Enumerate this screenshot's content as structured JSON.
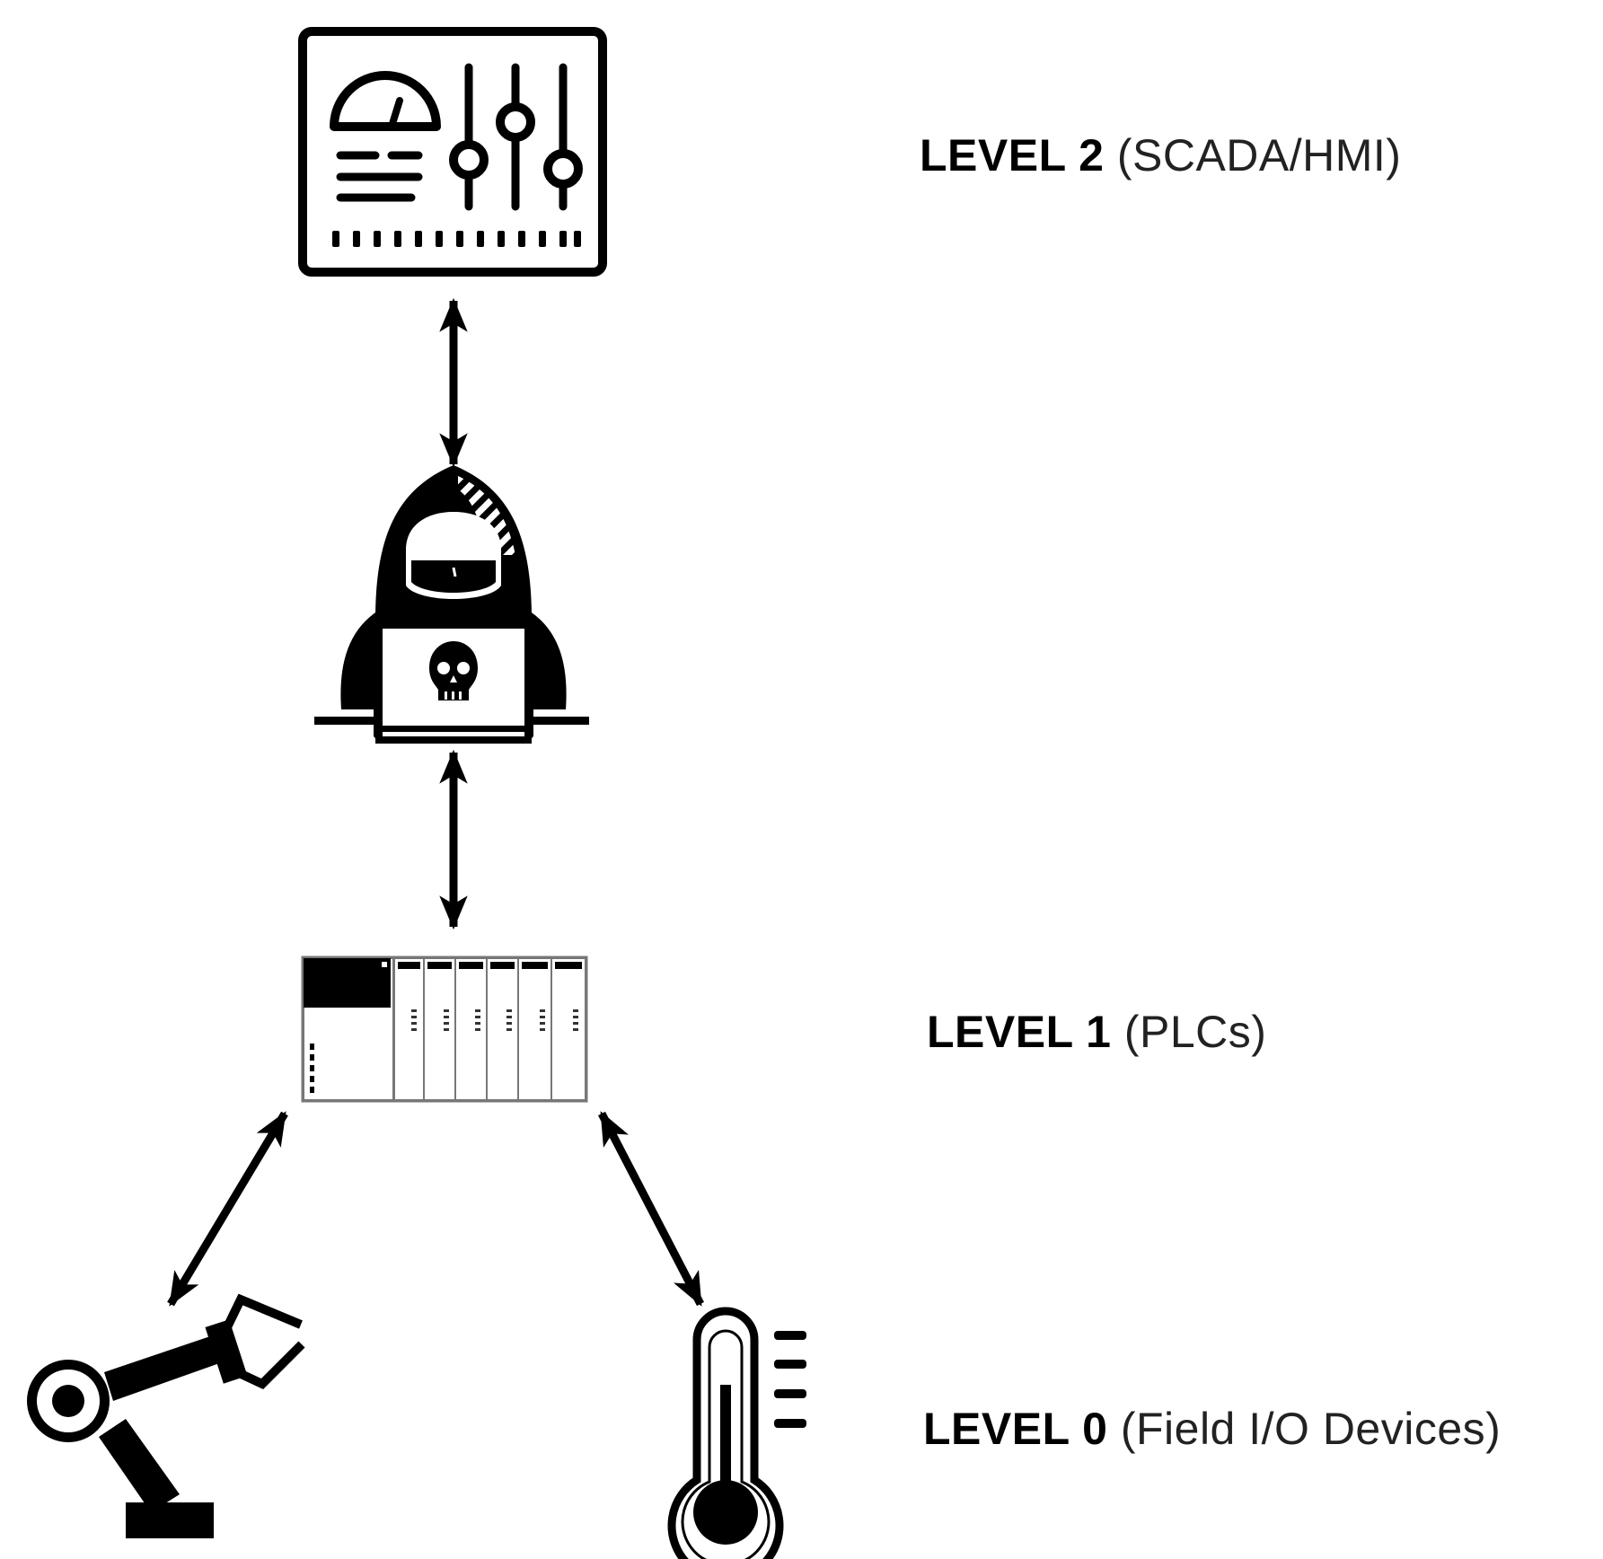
{
  "diagram": {
    "levels": [
      {
        "id": "level-2",
        "level": "LEVEL 2",
        "description": "(SCADA/HMI)"
      },
      {
        "id": "level-1",
        "level": "LEVEL 1",
        "description": "(PLCs)"
      },
      {
        "id": "level-0",
        "level": "LEVEL 0",
        "description": "(Field I/O Devices)"
      }
    ],
    "nodes": [
      {
        "id": "scada-hmi-panel",
        "icon": "control-panel-icon",
        "level": "LEVEL 2"
      },
      {
        "id": "attacker",
        "icon": "hooded-hacker-laptop-icon"
      },
      {
        "id": "plc-rack",
        "icon": "plc-rack-icon",
        "level": "LEVEL 1"
      },
      {
        "id": "robotic-arm",
        "icon": "robotic-arm-icon",
        "level": "LEVEL 0"
      },
      {
        "id": "temperature-sensor",
        "icon": "thermometer-icon",
        "level": "LEVEL 0"
      }
    ],
    "edges": [
      {
        "from": "scada-hmi-panel",
        "to": "attacker",
        "direction": "bidirectional"
      },
      {
        "from": "attacker",
        "to": "plc-rack",
        "direction": "bidirectional"
      },
      {
        "from": "plc-rack",
        "to": "robotic-arm",
        "direction": "bidirectional"
      },
      {
        "from": "plc-rack",
        "to": "temperature-sensor",
        "direction": "bidirectional"
      }
    ],
    "colors": {
      "ink": "#000000",
      "background": "#ffffff"
    }
  }
}
